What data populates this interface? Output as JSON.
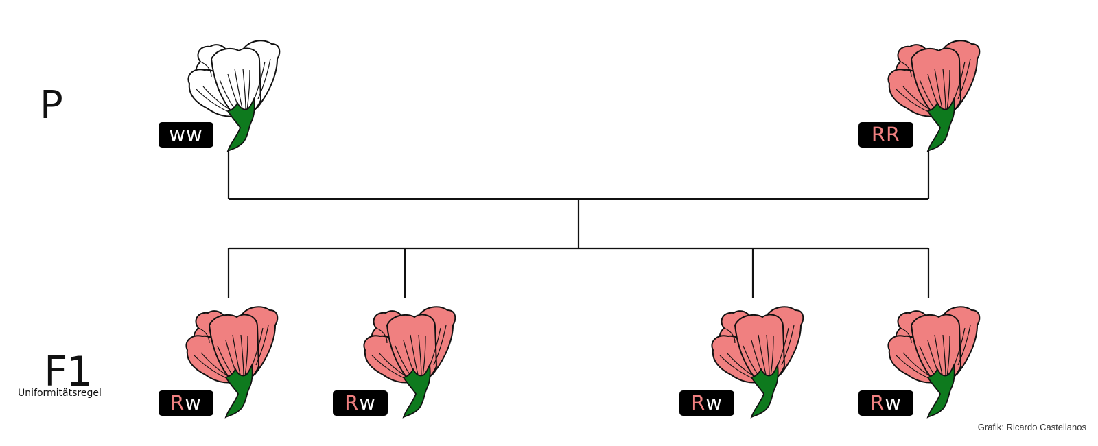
{
  "diagram": {
    "type": "genetics-crossing-scheme",
    "title_rows": {
      "parent": {
        "label": "P"
      },
      "f1": {
        "label": "F1",
        "sublabel": "Uniformitätsregel"
      }
    },
    "colors": {
      "red_petal": "#f08080",
      "white_petal": "#ffffff",
      "stem": "#0e7a1e",
      "outline": "#111111",
      "label_bg": "#000000",
      "dominant_allele": "#f08080",
      "recessive_allele": "#ffffff",
      "line": "#111111"
    },
    "parents": [
      {
        "id": "p1",
        "flower_color": "white",
        "genotype": "ww",
        "alleles": [
          {
            "letter": "w",
            "dominant": false
          },
          {
            "letter": "w",
            "dominant": false
          }
        ]
      },
      {
        "id": "p2",
        "flower_color": "red",
        "genotype": "RR",
        "alleles": [
          {
            "letter": "R",
            "dominant": true
          },
          {
            "letter": "R",
            "dominant": true
          }
        ]
      }
    ],
    "offspring": [
      {
        "id": "f1-1",
        "flower_color": "red",
        "genotype": "Rw",
        "alleles": [
          {
            "letter": "R",
            "dominant": true
          },
          {
            "letter": "w",
            "dominant": false
          }
        ]
      },
      {
        "id": "f1-2",
        "flower_color": "red",
        "genotype": "Rw",
        "alleles": [
          {
            "letter": "R",
            "dominant": true
          },
          {
            "letter": "w",
            "dominant": false
          }
        ]
      },
      {
        "id": "f1-3",
        "flower_color": "red",
        "genotype": "Rw",
        "alleles": [
          {
            "letter": "R",
            "dominant": true
          },
          {
            "letter": "w",
            "dominant": false
          }
        ]
      },
      {
        "id": "f1-4",
        "flower_color": "red",
        "genotype": "Rw",
        "alleles": [
          {
            "letter": "R",
            "dominant": true
          },
          {
            "letter": "w",
            "dominant": false
          }
        ]
      }
    ],
    "credit": "Grafik: Ricardo Castellanos"
  }
}
